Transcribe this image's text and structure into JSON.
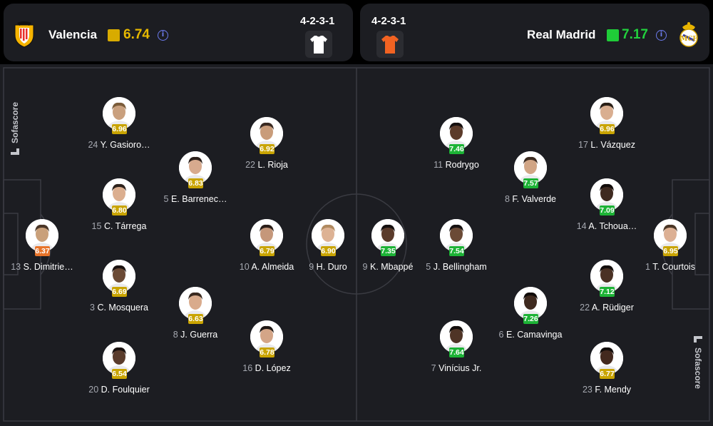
{
  "colors": {
    "yellow": "#c9a400",
    "green": "#1db336",
    "orange": "#e8742a",
    "home_rating_square": "#d8ab00",
    "away_rating_square": "#1fcc38"
  },
  "home": {
    "name": "Valencia",
    "rating": "6.74",
    "rating_color": "yellow",
    "formation": "4-2-3-1",
    "crest_icon": "valencia-bat-crest-icon",
    "kit_icon": "white-shirt-icon"
  },
  "away": {
    "name": "Real Madrid",
    "rating": "7.17",
    "rating_color": "green",
    "formation": "4-2-3-1",
    "crest_icon": "real-madrid-crest-icon",
    "kit_icon": "orange-shirt-icon"
  },
  "watermark": {
    "text": "Sofascore",
    "icon": "sofascore-logo-icon"
  },
  "home_players": [
    {
      "number": "24",
      "name": "Y. Gasioro…",
      "rating": "6.96",
      "color": "yellow",
      "skin": "#c9a07e",
      "hair": "#7b5c3a"
    },
    {
      "number": "22",
      "name": "L. Rioja",
      "rating": "6.92",
      "color": "yellow",
      "skin": "#c99c7a",
      "hair": "#3a2a22"
    },
    {
      "number": "5",
      "name": "E. Barrenec…",
      "rating": "6.83",
      "color": "yellow",
      "skin": "#d7aa8e",
      "hair": "#2b1f1a"
    },
    {
      "number": "15",
      "name": "C. Tárrega",
      "rating": "6.80",
      "color": "yellow",
      "skin": "#dbae8f",
      "hair": "#2d221c"
    },
    {
      "number": "13",
      "name": "S. Dimitrie…",
      "rating": "6.37",
      "color": "orange",
      "skin": "#c9a07a",
      "hair": "#4a3628"
    },
    {
      "number": "10",
      "name": "A. Almeida",
      "rating": "6.79",
      "color": "yellow",
      "skin": "#c5977a",
      "hair": "#2a1e18"
    },
    {
      "number": "9",
      "name": "H. Duro",
      "rating": "6.90",
      "color": "yellow",
      "skin": "#ddb294",
      "hair": "#b08a60"
    },
    {
      "number": "3",
      "name": "C. Mosquera",
      "rating": "6.69",
      "color": "yellow",
      "skin": "#6b4a35",
      "hair": "#1a1210"
    },
    {
      "number": "8",
      "name": "J. Guerra",
      "rating": "6.63",
      "color": "yellow",
      "skin": "#d9ab8c",
      "hair": "#3a2a20"
    },
    {
      "number": "16",
      "name": "D. López",
      "rating": "6.78",
      "color": "yellow",
      "skin": "#d4a587",
      "hair": "#1e1714"
    },
    {
      "number": "20",
      "name": "D. Foulquier",
      "rating": "6.54",
      "color": "yellow",
      "skin": "#5a3c2c",
      "hair": "#1a1210"
    }
  ],
  "away_players": [
    {
      "number": "11",
      "name": "Rodrygo",
      "rating": "7.46",
      "color": "green",
      "skin": "#5c3b2a",
      "hair": "#161010"
    },
    {
      "number": "17",
      "name": "L. Vázquez",
      "rating": "6.96",
      "color": "yellow",
      "skin": "#d9ae90",
      "hair": "#2a2018"
    },
    {
      "number": "8",
      "name": "F. Valverde",
      "rating": "7.57",
      "color": "green",
      "skin": "#d1a585",
      "hair": "#3b2a20"
    },
    {
      "number": "14",
      "name": "A. Tchoua…",
      "rating": "7.09",
      "color": "green",
      "skin": "#3e2a20",
      "hair": "#120c0a"
    },
    {
      "number": "9",
      "name": "K. Mbappé",
      "rating": "7.35",
      "color": "green",
      "skin": "#5a3b2b",
      "hair": "#141010"
    },
    {
      "number": "5",
      "name": "J. Bellingham",
      "rating": "7.54",
      "color": "green",
      "skin": "#6b4a36",
      "hair": "#151010"
    },
    {
      "number": "1",
      "name": "T. Courtois",
      "rating": "6.95",
      "color": "yellow",
      "skin": "#dcb094",
      "hair": "#4a3626"
    },
    {
      "number": "22",
      "name": "A. Rüdiger",
      "rating": "7.12",
      "color": "green",
      "skin": "#4a3124",
      "hair": "#130e0c"
    },
    {
      "number": "6",
      "name": "E. Camavinga",
      "rating": "7.26",
      "color": "green",
      "skin": "#3f2a1f",
      "hair": "#110c0a"
    },
    {
      "number": "7",
      "name": "Vinícius Jr.",
      "rating": "7.64",
      "color": "green",
      "skin": "#4f3426",
      "hair": "#120d0b"
    },
    {
      "number": "23",
      "name": "F. Mendy",
      "rating": "6.77",
      "color": "yellow",
      "skin": "#43291e",
      "hair": "#120d0b"
    }
  ]
}
